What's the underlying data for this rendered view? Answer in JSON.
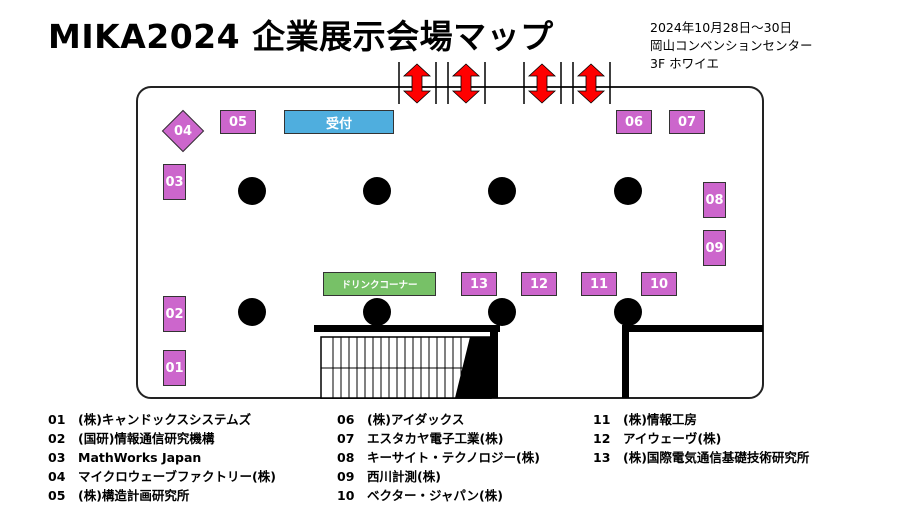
{
  "header": {
    "title": "MIKA2024 企業展示会場マップ",
    "date": "2024年10月28日～30日",
    "venue": "岡山コンベンションセンター",
    "floor": "3F ホワイエ"
  },
  "map": {
    "reception_label": "受付",
    "drink_corner_label": "ドリンクコーナー",
    "booth_color": "#cc66cc",
    "reception_color": "#4faede",
    "drink_color": "#77c167",
    "arrow_color": "#ff0000",
    "booths": {
      "b01": "01",
      "b02": "02",
      "b03": "03",
      "b04": "04",
      "b05": "05",
      "b06": "06",
      "b07": "07",
      "b08": "08",
      "b09": "09",
      "b10": "10",
      "b11": "11",
      "b12": "12",
      "b13": "13"
    }
  },
  "legend": [
    {
      "number": "01",
      "name": "(株)キャンドックスシステムズ"
    },
    {
      "number": "02",
      "name": "(国研)情報通信研究機構"
    },
    {
      "number": "03",
      "name": "MathWorks Japan"
    },
    {
      "number": "04",
      "name": "マイクロウェーブファクトリー(株)"
    },
    {
      "number": "05",
      "name": "(株)構造計画研究所"
    },
    {
      "number": "06",
      "name": "(株)アイダックス"
    },
    {
      "number": "07",
      "name": "エスタカヤ電子工業(株)"
    },
    {
      "number": "08",
      "name": "キーサイト・テクノロジー(株)"
    },
    {
      "number": "09",
      "name": "西川計測(株)"
    },
    {
      "number": "10",
      "name": "ベクター・ジャパン(株)"
    },
    {
      "number": "11",
      "name": "(株)情報工房"
    },
    {
      "number": "12",
      "name": "アイウェーヴ(株)"
    },
    {
      "number": "13",
      "name": "(株)国際電気通信基礎技術研究所"
    }
  ]
}
